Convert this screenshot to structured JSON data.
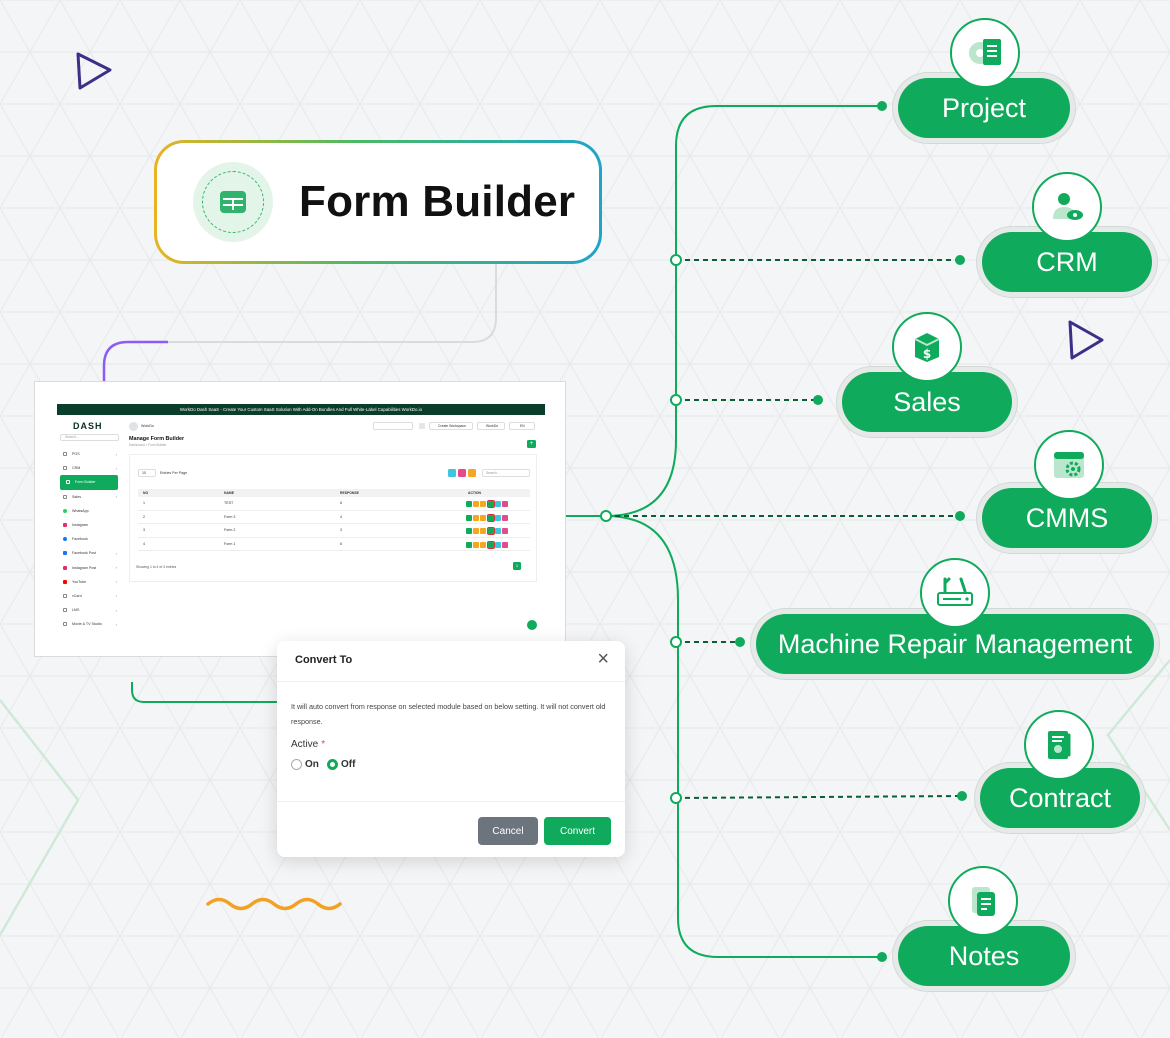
{
  "colors": {
    "brand_green": "#0faa5c",
    "dark_green": "#0b3d2b",
    "accent_purple": "#3b2f8a",
    "cancel_gray": "#6c757d",
    "squiggle_orange": "#f3a125"
  },
  "hero": {
    "title": "Form Builder",
    "icon": "table-layout-icon"
  },
  "modules": [
    {
      "label": "Project",
      "icon": "gear-document-icon"
    },
    {
      "label": "CRM",
      "icon": "user-eye-icon"
    },
    {
      "label": "Sales",
      "icon": "dollar-box-icon"
    },
    {
      "label": "CMMS",
      "icon": "browser-gear-icon"
    },
    {
      "label": "Machine Repair Management",
      "icon": "tool-machine-icon"
    },
    {
      "label": "Contract",
      "icon": "certificate-icon"
    },
    {
      "label": "Notes",
      "icon": "note-icon"
    }
  ],
  "app": {
    "banner": "WorkDo Dash SaaS - Create Your Custom SaaS Solution With Add-On Bundles And Full White-Label Capabilities WorkDo.io",
    "logo": "DASH",
    "search_placeholder": "Search...",
    "workspace": "WorkDo",
    "header_buttons": [
      "Create Workspace",
      "WorkDo",
      "EN"
    ],
    "sidebar": [
      {
        "label": "POS",
        "chevron": true
      },
      {
        "label": "CRM",
        "chevron": true
      },
      {
        "label": "Form Builder",
        "active": true
      },
      {
        "label": "Sales",
        "chevron": true
      },
      {
        "label": "WhatsApp"
      },
      {
        "label": "Instagram"
      },
      {
        "label": "Facebook"
      },
      {
        "label": "Facebook Post",
        "chevron": true
      },
      {
        "label": "Instagram Post",
        "chevron": true
      },
      {
        "label": "YouTube",
        "chevron": true
      },
      {
        "label": "vCard",
        "chevron": true
      },
      {
        "label": "LMS",
        "chevron": true
      },
      {
        "label": "Movie & TV Studio",
        "chevron": true
      }
    ],
    "page_title": "Manage Form Builder",
    "breadcrumb": "Dashboard > Form Builder",
    "entries_value": "10",
    "entries_label": "Entries Per Page",
    "table_search_placeholder": "Search...",
    "columns": [
      "NO",
      "NAME",
      "RESPONSE",
      "ACTION"
    ],
    "rows": [
      {
        "no": "1",
        "name": "TEST",
        "response": "6"
      },
      {
        "no": "2",
        "name": "Form 3",
        "response": "4"
      },
      {
        "no": "3",
        "name": "Form 2",
        "response": "3"
      },
      {
        "no": "4",
        "name": "Form 1",
        "response": "6"
      }
    ],
    "footer": "Showing 1 to 4 of 4 entries",
    "page_number": "1"
  },
  "dialog": {
    "title": "Convert To",
    "message": "It will auto convert from response on selected module based on below setting. It will not convert old response.",
    "field_label": "Active",
    "required_mark": "*",
    "options": [
      {
        "label": "On",
        "selected": false
      },
      {
        "label": "Off",
        "selected": true
      }
    ],
    "cancel_label": "Cancel",
    "convert_label": "Convert"
  }
}
